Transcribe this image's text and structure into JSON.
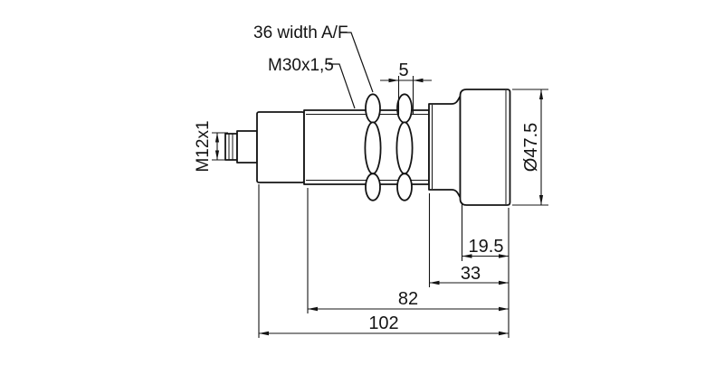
{
  "drawing": {
    "callouts": {
      "wrench_width": "36 width A/F",
      "mounting_thread": "M30x1,5"
    },
    "dimensions": {
      "locknut_width": "5",
      "connector_thread": "M12x1",
      "head_diameter": "Ø47.5",
      "head_length": "19.5",
      "head_assembly_length": "33",
      "threaded_body_length": "82",
      "overall_length": "102"
    },
    "colors": {
      "line": "#141414",
      "background": "#ffffff"
    }
  }
}
